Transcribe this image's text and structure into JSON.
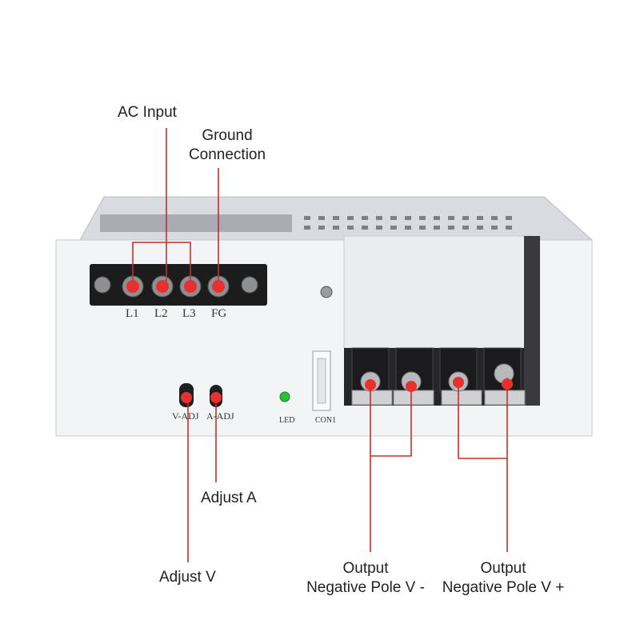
{
  "callouts": {
    "ac_input": "AC Input",
    "ground_line1": "Ground",
    "ground_line2": "Connection",
    "adjust_a": "Adjust A",
    "adjust_v": "Adjust V",
    "out_neg_line1": "Output",
    "out_neg_line2": "Negative Pole V -",
    "out_pos_line1": "Output",
    "out_pos_line2": "Negative Pole V +"
  },
  "terminal_labels": [
    "L1",
    "L2",
    "L3",
    "FG"
  ],
  "panel_labels": {
    "v_adj": "V-ADJ",
    "a_adj": "A-ADJ",
    "led": "LED",
    "con1": "CON1"
  },
  "colors": {
    "marker": "#e8302f",
    "leader_line": "#c0302a",
    "panel": "#f3f4f6",
    "terminal_block": "#1c1c1c",
    "led": "#2bbf3a"
  }
}
